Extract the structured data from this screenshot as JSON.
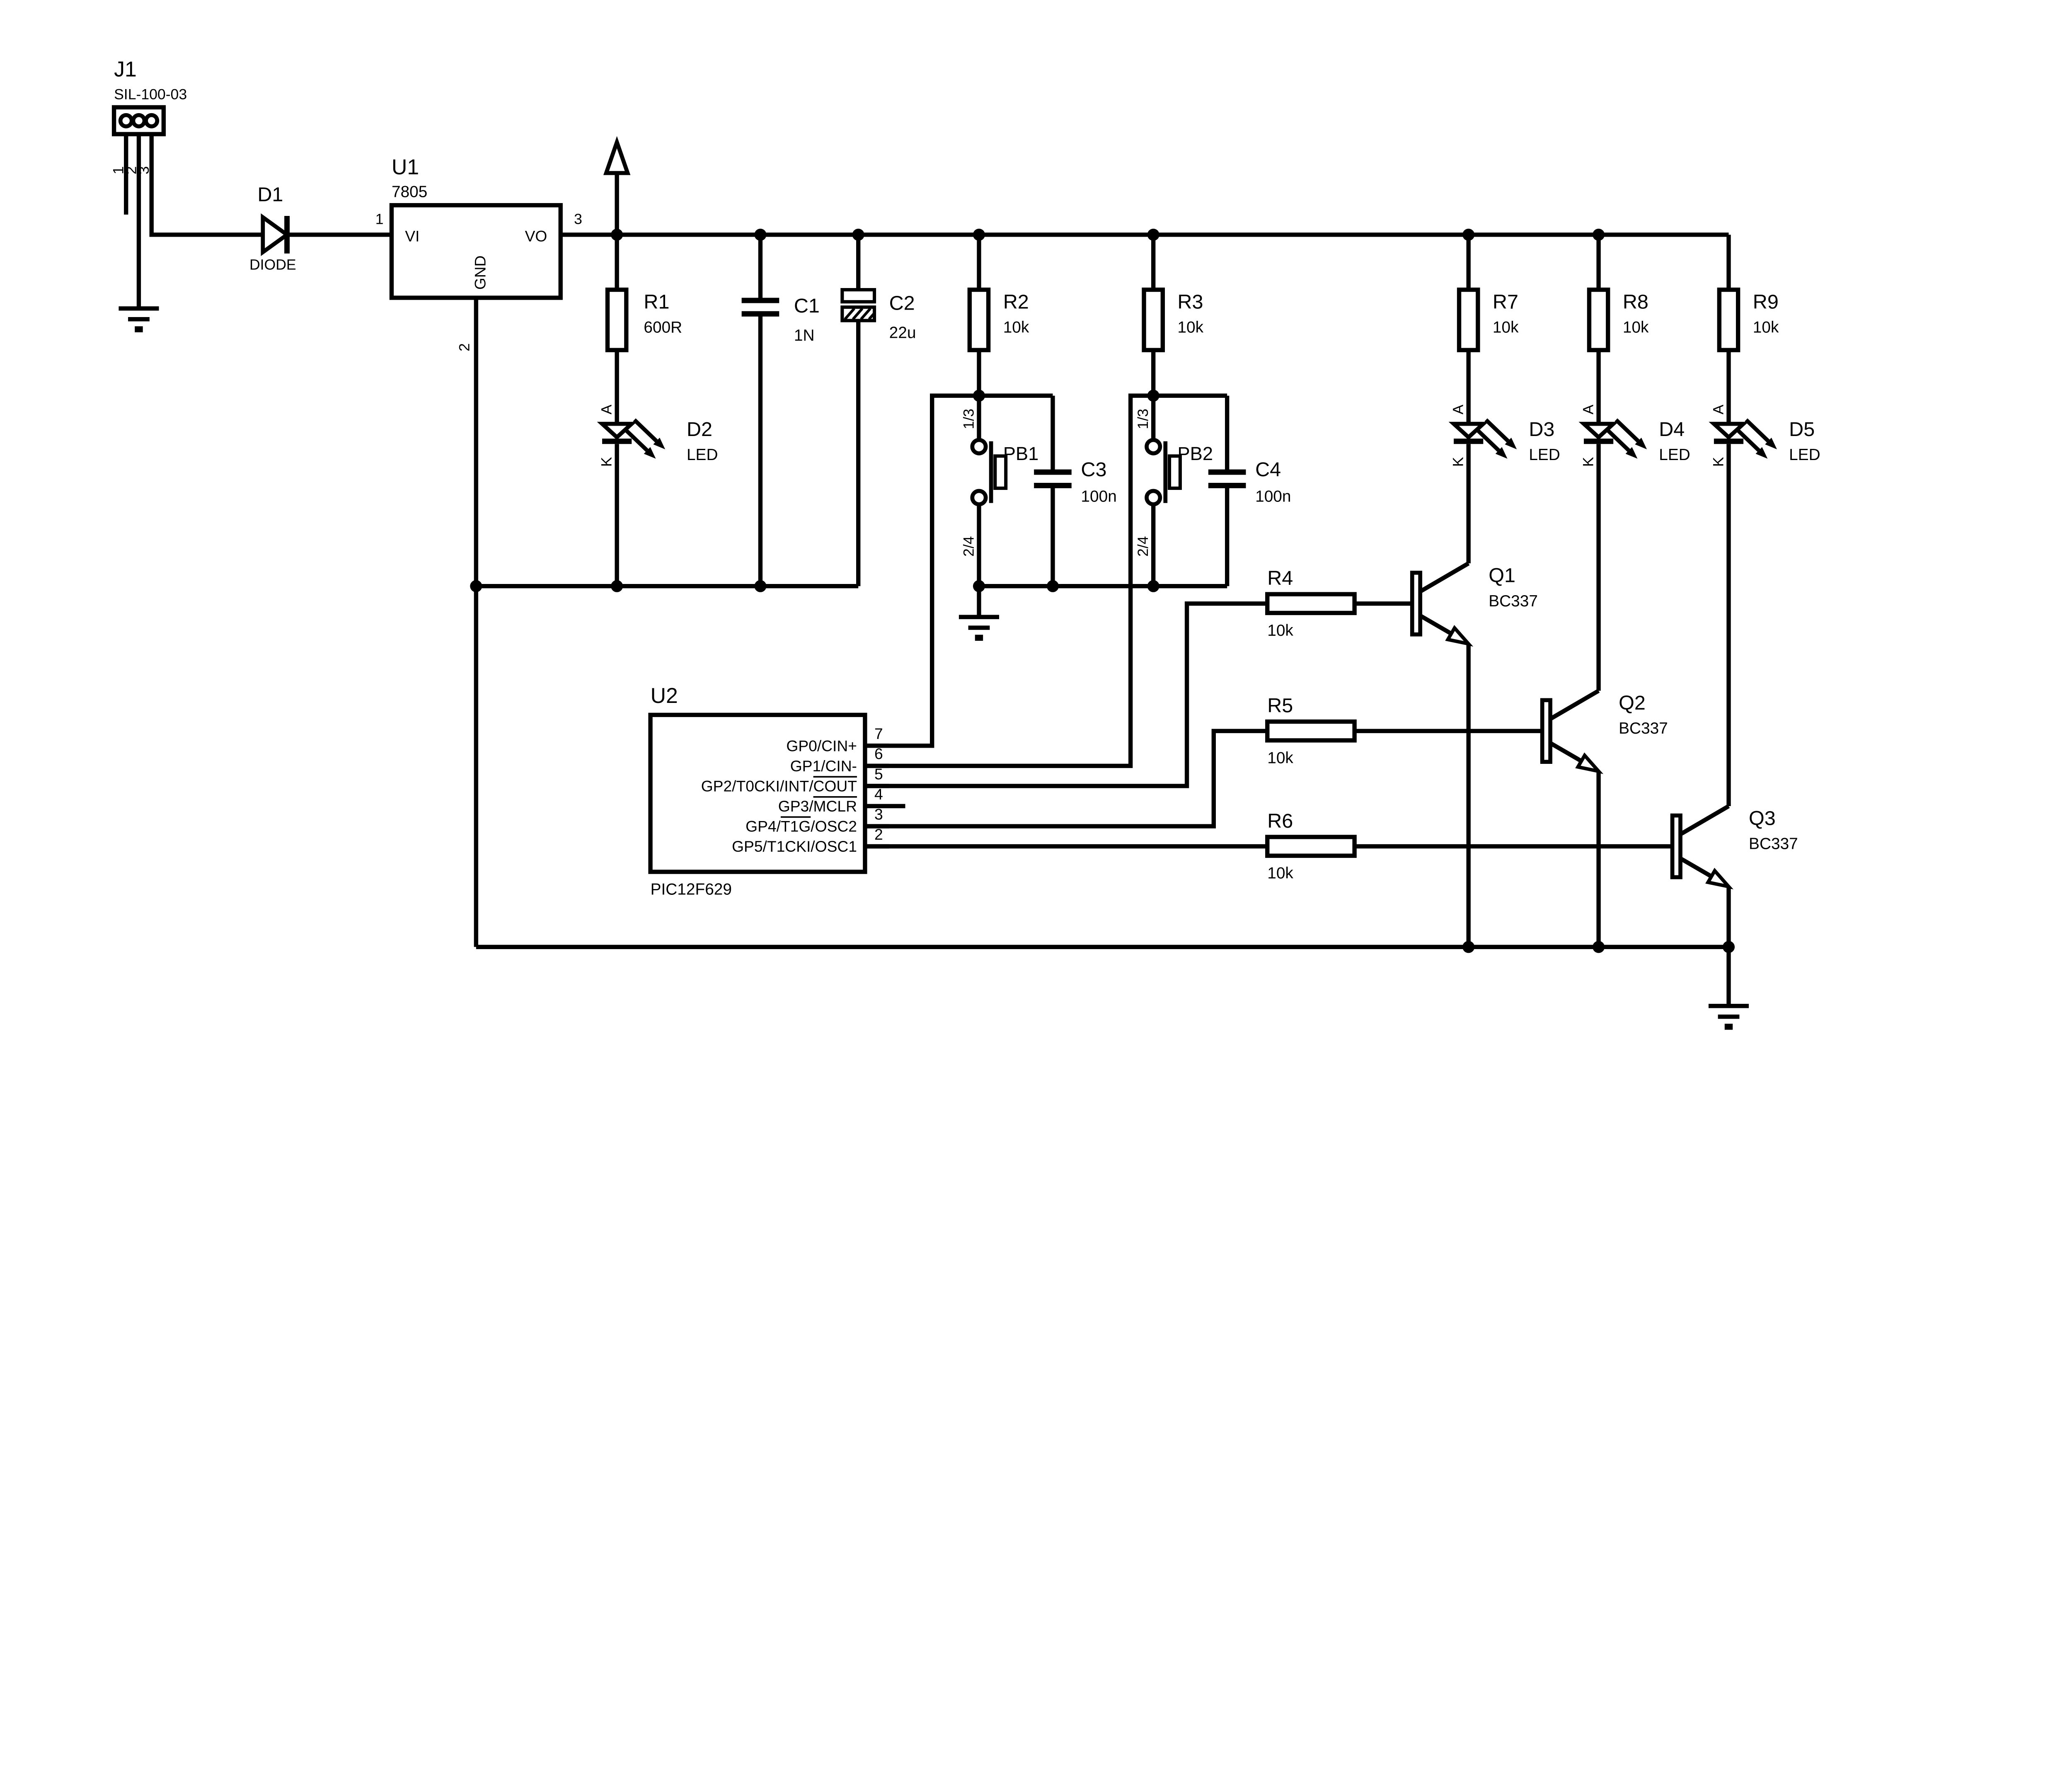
{
  "canvas": {
    "bg": "#ffffff",
    "ink": "#000000"
  },
  "connector_j1": {
    "ref": "J1",
    "value": "SIL-100-03",
    "pin1": "1",
    "pin2": "2",
    "pin3": "3"
  },
  "diode_d1": {
    "ref": "D1",
    "value": "DIODE"
  },
  "regulator_u1": {
    "ref": "U1",
    "value": "7805",
    "pin_vi": "VI",
    "pin_vo": "VO",
    "pin_gnd": "GND",
    "num_vi": "1",
    "num_vo": "3",
    "num_gnd": "2"
  },
  "resistors": {
    "r1": {
      "ref": "R1",
      "value": "600R"
    },
    "r2": {
      "ref": "R2",
      "value": "10k"
    },
    "r3": {
      "ref": "R3",
      "value": "10k"
    },
    "r4": {
      "ref": "R4",
      "value": "10k"
    },
    "r5": {
      "ref": "R5",
      "value": "10k"
    },
    "r6": {
      "ref": "R6",
      "value": "10k"
    },
    "r7": {
      "ref": "R7",
      "value": "10k"
    },
    "r8": {
      "ref": "R8",
      "value": "10k"
    },
    "r9": {
      "ref": "R9",
      "value": "10k"
    }
  },
  "capacitors": {
    "c1": {
      "ref": "C1",
      "value": "1N"
    },
    "c2": {
      "ref": "C2",
      "value": "22u"
    },
    "c3": {
      "ref": "C3",
      "value": "100n"
    },
    "c4": {
      "ref": "C4",
      "value": "100n"
    }
  },
  "leds": {
    "d2": {
      "ref": "D2",
      "value": "LED",
      "anode": "A",
      "cathode": "K"
    },
    "d3": {
      "ref": "D3",
      "value": "LED",
      "anode": "A",
      "cathode": "K"
    },
    "d4": {
      "ref": "D4",
      "value": "LED",
      "anode": "A",
      "cathode": "K"
    },
    "d5": {
      "ref": "D5",
      "value": "LED",
      "anode": "A",
      "cathode": "K"
    }
  },
  "buttons": {
    "pb1": {
      "ref": "PB1",
      "pin_top": "1/3",
      "pin_bottom": "2/4"
    },
    "pb2": {
      "ref": "PB2",
      "pin_top": "1/3",
      "pin_bottom": "2/4"
    }
  },
  "mcu_u2": {
    "ref": "U2",
    "value": "PIC12F629",
    "pins": [
      {
        "num": "7",
        "pre": "GP0/CIN+",
        "over": "",
        "post": ""
      },
      {
        "num": "6",
        "pre": "GP1/CIN-",
        "over": "",
        "post": ""
      },
      {
        "num": "5",
        "pre": "GP2/T0CKI/INT/",
        "over": "COUT",
        "post": ""
      },
      {
        "num": "4",
        "pre": "GP3/",
        "over": "MCLR",
        "post": ""
      },
      {
        "num": "3",
        "pre": "GP4/",
        "over": "T1G",
        "post": "/OSC2"
      },
      {
        "num": "2",
        "pre": "GP5/T1CKI/OSC1",
        "over": "",
        "post": ""
      }
    ]
  },
  "transistors": {
    "q1": {
      "ref": "Q1",
      "value": "BC337"
    },
    "q2": {
      "ref": "Q2",
      "value": "BC337"
    },
    "q3": {
      "ref": "Q3",
      "value": "BC337"
    }
  }
}
